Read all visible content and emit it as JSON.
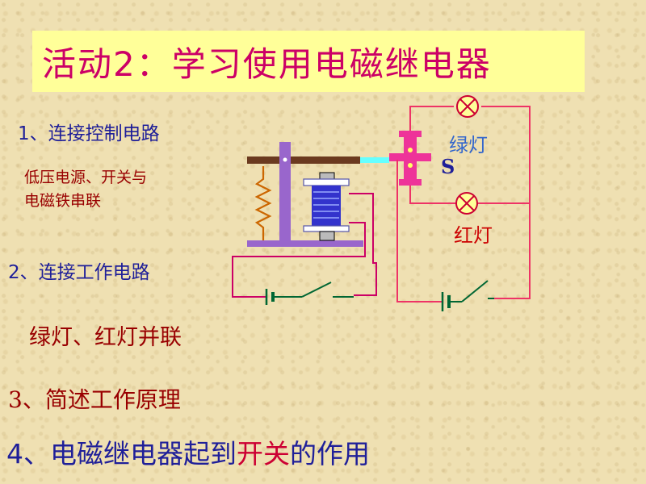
{
  "title": "活动2：学习使用电磁继电器",
  "step1": {
    "heading": "1、连接控制电路",
    "detail_line1": "低压电源、开关与",
    "detail_line2": "电磁铁串联"
  },
  "step2": {
    "heading": "2、连接工作电路",
    "detail": "绿灯、红灯并联"
  },
  "step3": {
    "heading": "3、简述工作原理"
  },
  "step4": {
    "prefix": "4、电磁继电器起到",
    "highlight": "开关",
    "suffix": "的作用"
  },
  "diagram": {
    "green_lamp_label": "绿灯",
    "red_lamp_label": "红灯",
    "contact_label": "S"
  },
  "colors": {
    "title_bg": "#ffff99",
    "title_text": "#cc0066",
    "blue_text": "#1f1f99",
    "dark_red_text": "#990000",
    "wire_control": "#006633",
    "wire_work": "#cc0066"
  }
}
